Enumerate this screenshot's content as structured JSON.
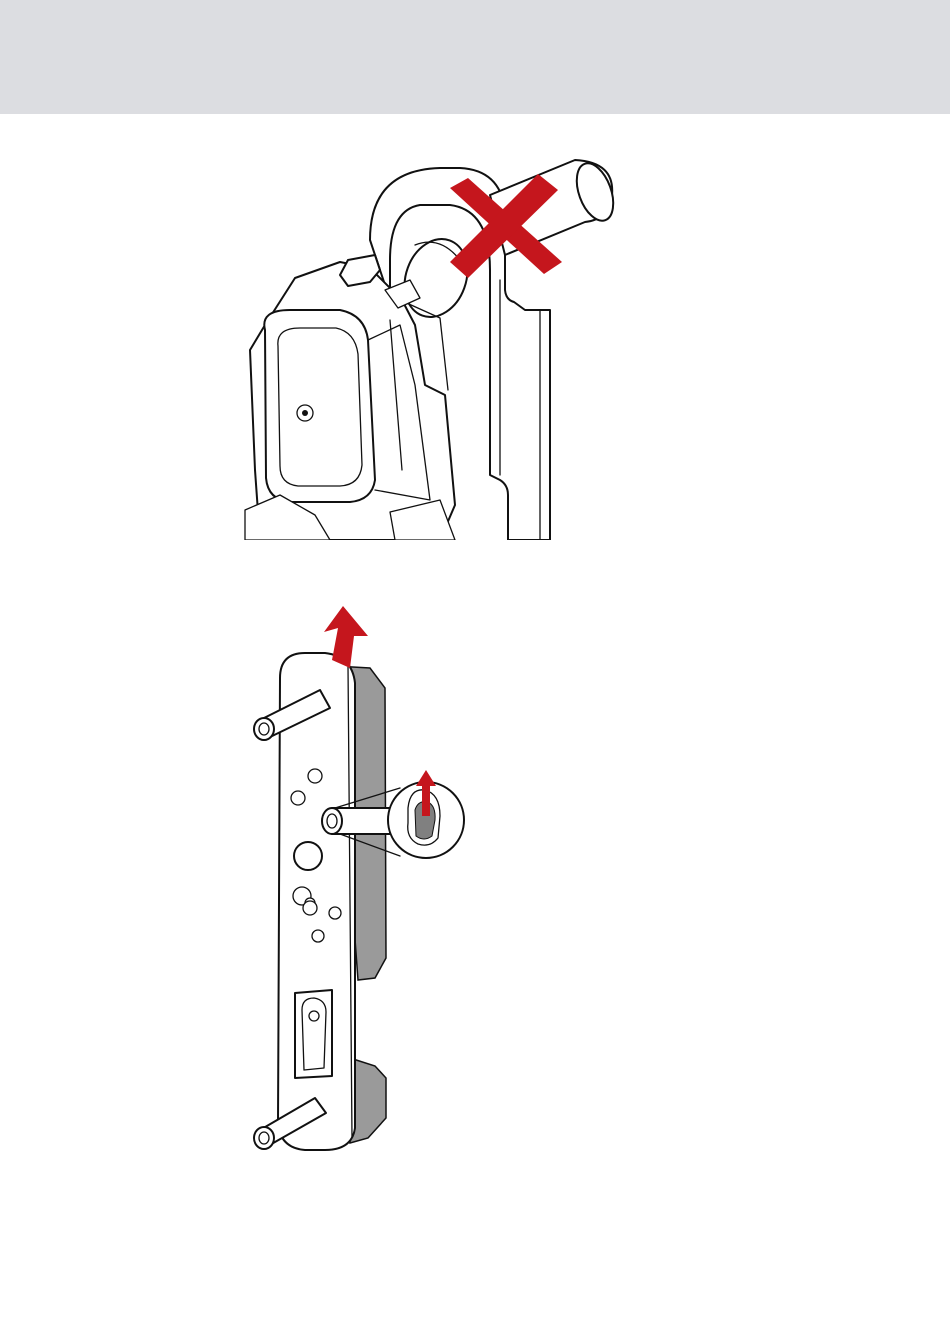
{
  "colors": {
    "header_band": "#dcdde1",
    "prohibited_cross": "#c5161d",
    "arrow": "#c5161d",
    "housing_grey": "#9a9a9a",
    "line": "#111111",
    "background": "#ffffff"
  },
  "figures": [
    {
      "id": "incorrect-removal",
      "markers": [
        "prohibited-cross"
      ]
    },
    {
      "id": "correct-removal",
      "markers": [
        "lift-arrow",
        "lift-arrow-detail"
      ]
    }
  ]
}
